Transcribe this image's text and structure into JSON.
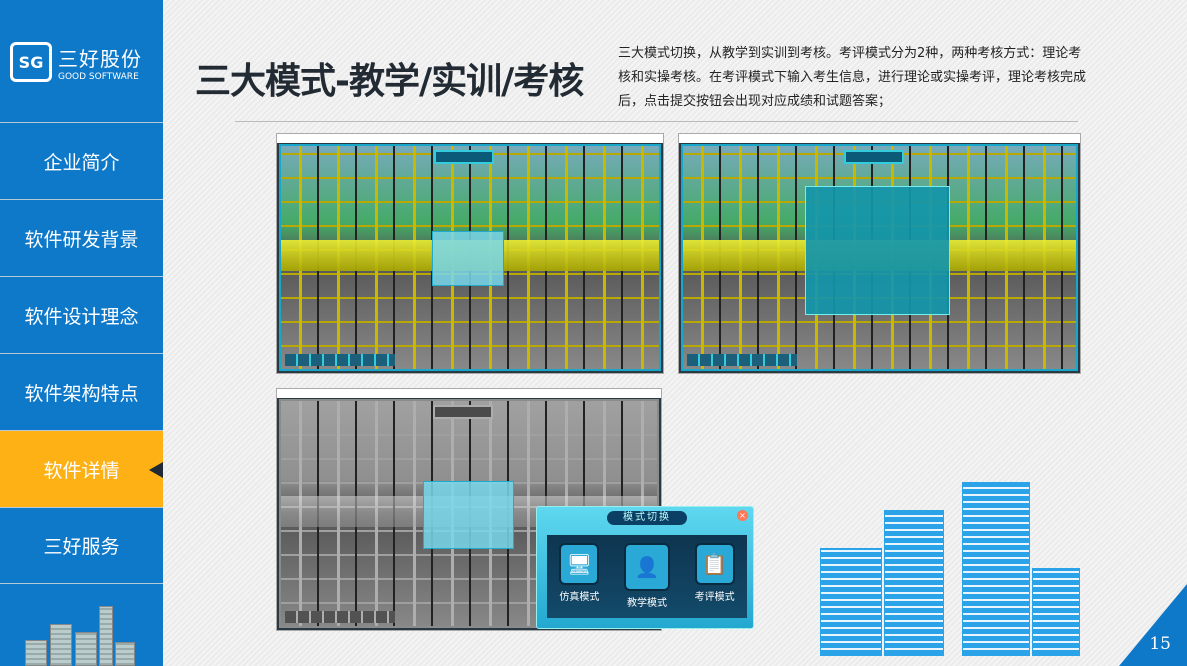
{
  "brand": {
    "name_cn": "三好股份",
    "name_en": "GOOD SOFTWARE"
  },
  "sidebar": {
    "items": [
      {
        "label": "企业简介"
      },
      {
        "label": "软件研发背景"
      },
      {
        "label": "软件设计理念"
      },
      {
        "label": "软件架构特点"
      },
      {
        "label": "软件详情",
        "active": true
      },
      {
        "label": "三好服务"
      }
    ]
  },
  "title": "三大模式-教学/实训/考核",
  "description": "三大模式切换，从教学到实训到考核。考评模式分为2种，两种考核方式：理论考核和实操考核。在考评模式下输入考生信息，进行理论或实操考评，理论考核完成后，点击提交按钮会出现对应成绩和试题答案；",
  "mode_switch": {
    "title": "模式切换",
    "options": [
      {
        "label": "仿真模式"
      },
      {
        "label": "教学模式"
      },
      {
        "label": "考评模式"
      }
    ]
  },
  "page_number": "15",
  "colors": {
    "sidebar": "#0e78c9",
    "active": "#fdb114",
    "accent": "#1aa6c8"
  }
}
